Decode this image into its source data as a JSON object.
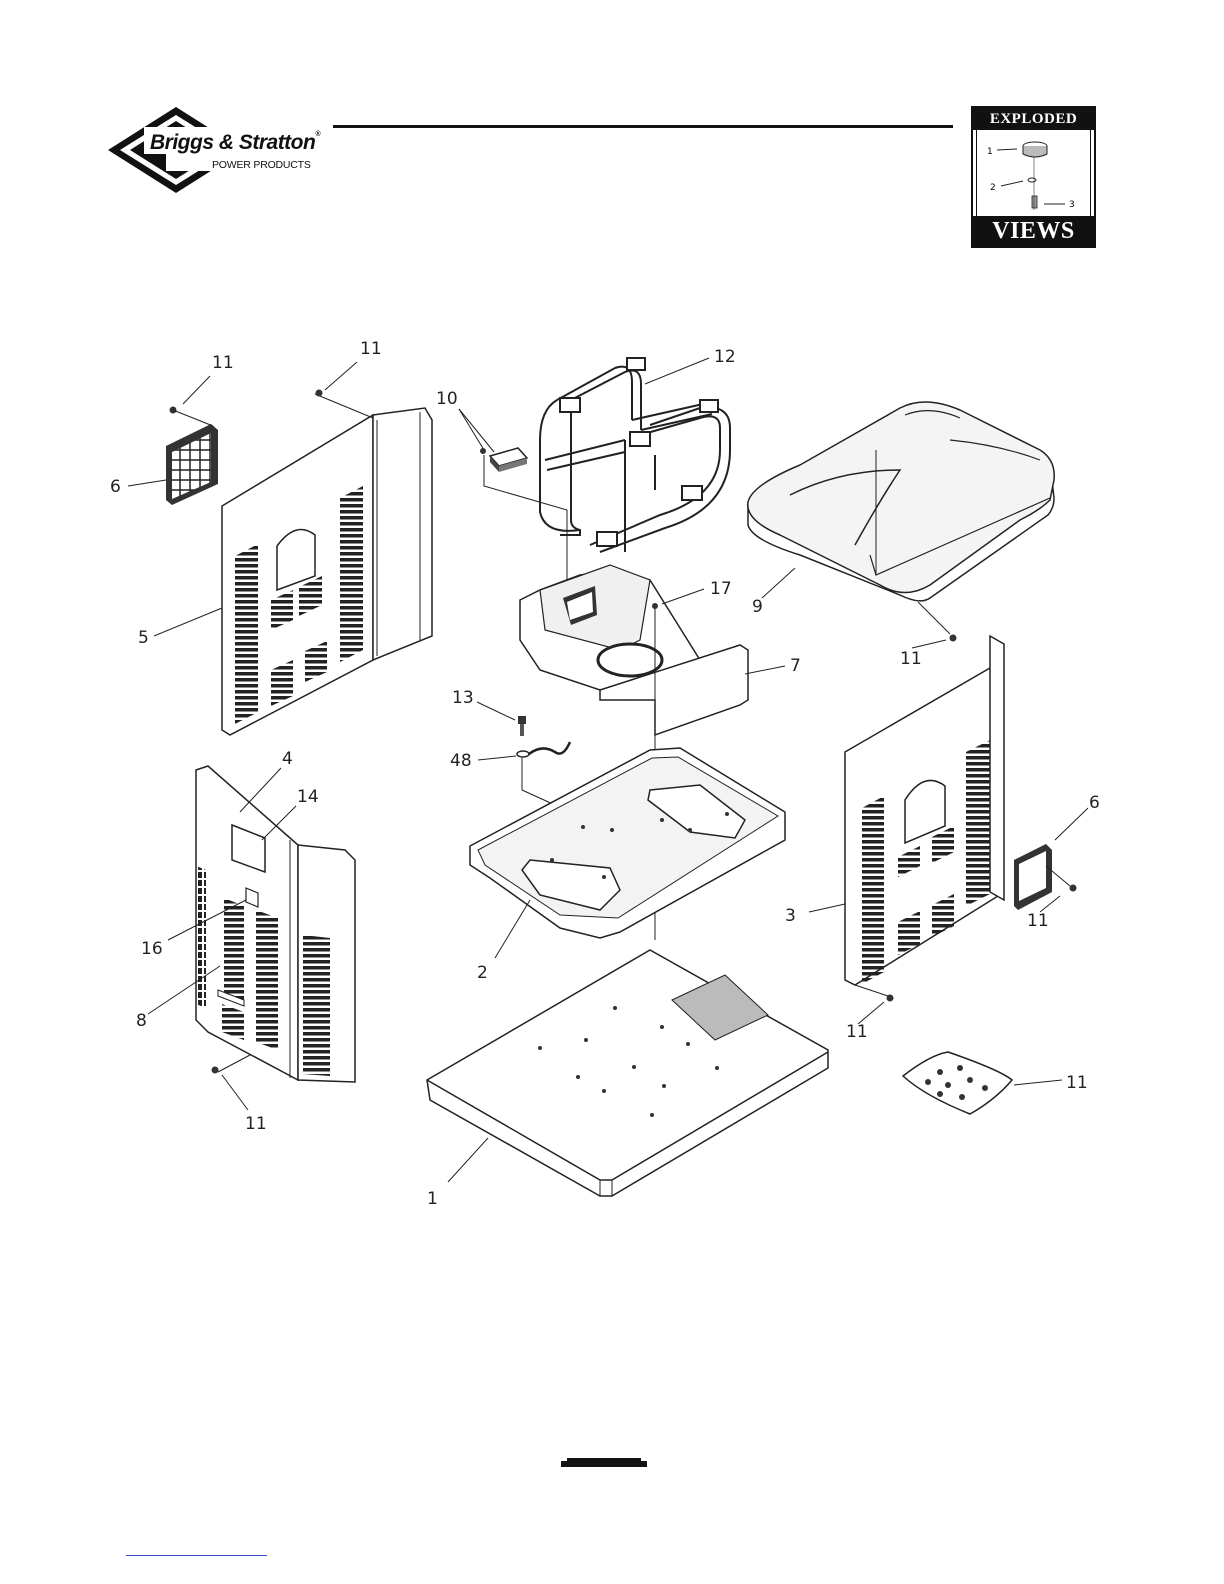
{
  "header": {
    "brand_name": "Briggs & Stratton",
    "brand_reg": "®",
    "brand_sub": "POWER PRODUCTS"
  },
  "badge": {
    "top_word": "EXPLODED",
    "bottom_word": "VIEWS",
    "callouts": [
      "1",
      "2",
      "3"
    ]
  },
  "diagram": {
    "callouts": [
      {
        "id": "c-11-a",
        "label": "11",
        "part": "screw"
      },
      {
        "id": "c-11-b",
        "label": "11",
        "part": "screw"
      },
      {
        "id": "c-6-a",
        "label": "6",
        "part": "louver grille"
      },
      {
        "id": "c-5",
        "label": "5",
        "part": "side panel"
      },
      {
        "id": "c-10",
        "label": "10",
        "part": "receptacle cover"
      },
      {
        "id": "c-12",
        "label": "12",
        "part": "handle frame"
      },
      {
        "id": "c-9",
        "label": "9",
        "part": "top cover"
      },
      {
        "id": "c-11-c",
        "label": "11",
        "part": "screw"
      },
      {
        "id": "c-17",
        "label": "17",
        "part": "screw"
      },
      {
        "id": "c-7",
        "label": "7",
        "part": "control housing"
      },
      {
        "id": "c-13",
        "label": "13",
        "part": "bolt"
      },
      {
        "id": "c-48",
        "label": "48",
        "part": "ground wire"
      },
      {
        "id": "c-4",
        "label": "4",
        "part": "front panel"
      },
      {
        "id": "c-14",
        "label": "14",
        "part": "decal"
      },
      {
        "id": "c-16",
        "label": "16",
        "part": "decal"
      },
      {
        "id": "c-8",
        "label": "8",
        "part": "decal"
      },
      {
        "id": "c-11-d",
        "label": "11",
        "part": "screw"
      },
      {
        "id": "c-2",
        "label": "2",
        "part": "base tray"
      },
      {
        "id": "c-1",
        "label": "1",
        "part": "base platform"
      },
      {
        "id": "c-6-b",
        "label": "6",
        "part": "cover plate"
      },
      {
        "id": "c-3",
        "label": "3",
        "part": "side panel"
      },
      {
        "id": "c-11-e",
        "label": "11",
        "part": "screw"
      },
      {
        "id": "c-11-f",
        "label": "11",
        "part": "screw"
      },
      {
        "id": "c-11-g",
        "label": "11",
        "part": "screw kit bag"
      }
    ]
  }
}
